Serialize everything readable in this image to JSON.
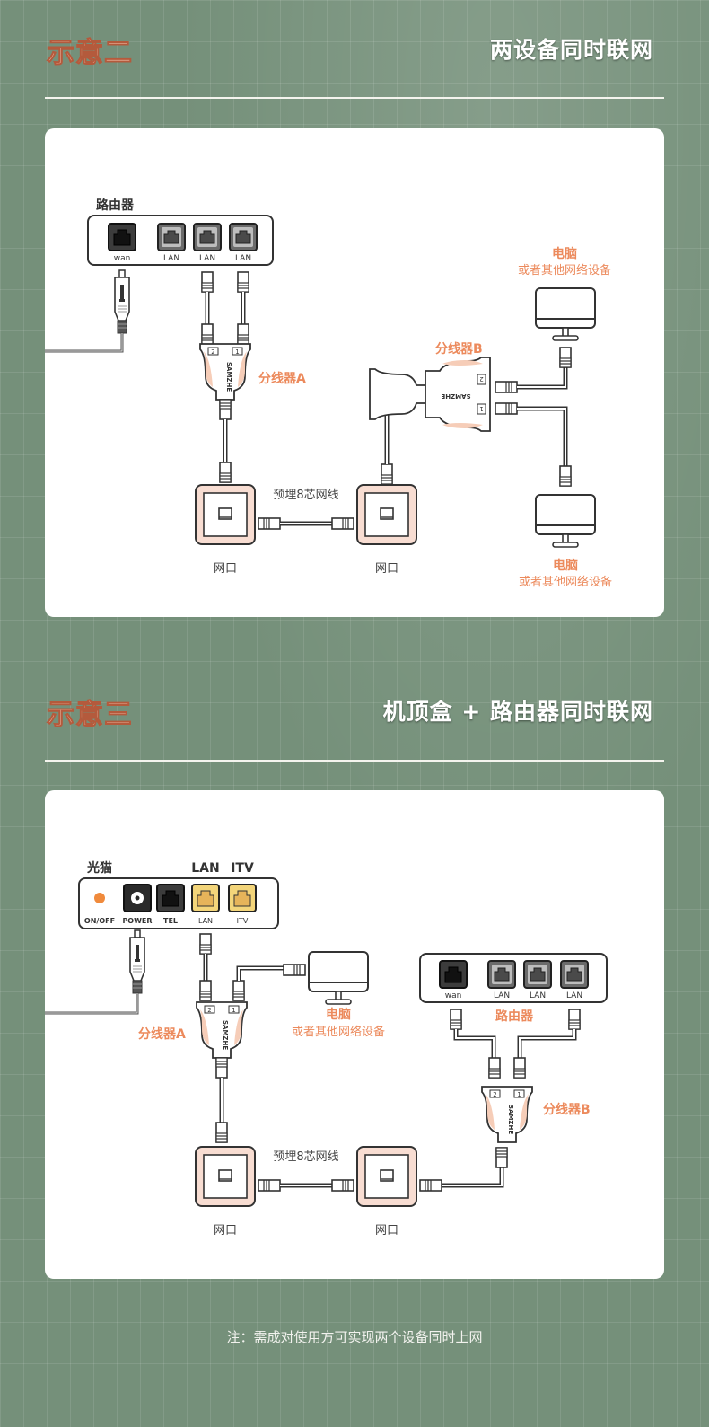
{
  "colors": {
    "background": "#75907a",
    "accent": "#ec8a5c",
    "port_yellow": "#f3d57a",
    "outlet_fill": "#f8ddd2",
    "ink": "#3a3a3a"
  },
  "section2": {
    "title": "示意二",
    "subtitle": "两设备同时联网",
    "router": {
      "label": "路由器",
      "ports": [
        "wan",
        "LAN",
        "LAN",
        "LAN"
      ]
    },
    "splitter_a": {
      "label": "分线器A",
      "brand": "SAMZHE",
      "port1": "1",
      "port2": "2"
    },
    "splitter_b": {
      "label": "分线器B",
      "brand": "SAMZHE",
      "port1": "1",
      "port2": "2"
    },
    "cable_label": "预埋8芯网线",
    "outlet_left": "网口",
    "outlet_right": "网口",
    "pc_top": {
      "name": "电脑",
      "desc": "或者其他网络设备"
    },
    "pc_bottom": {
      "name": "电脑",
      "desc": "或者其他网络设备"
    }
  },
  "section3": {
    "title": "示意三",
    "subtitle": "机顶盒 + 路由器同时联网",
    "modem": {
      "label": "光猫",
      "top_labels": [
        "LAN",
        "ITV"
      ],
      "ports": [
        "ON/OFF",
        "POWER",
        "TEL",
        "LAN",
        "ITV"
      ]
    },
    "router": {
      "label": "路由器",
      "ports": [
        "wan",
        "LAN",
        "LAN",
        "LAN"
      ]
    },
    "splitter_a": {
      "label": "分线器A",
      "brand": "SAMZHE",
      "port1": "1",
      "port2": "2"
    },
    "splitter_b": {
      "label": "分线器B",
      "brand": "SAMZHE",
      "port1": "1",
      "port2": "2"
    },
    "cable_label": "预埋8芯网线",
    "outlet_left": "网口",
    "outlet_right": "网口",
    "pc": {
      "name": "电脑",
      "desc": "或者其他网络设备"
    }
  },
  "footer": {
    "note": "注：需成对使用方可实现两个设备同时上网"
  }
}
